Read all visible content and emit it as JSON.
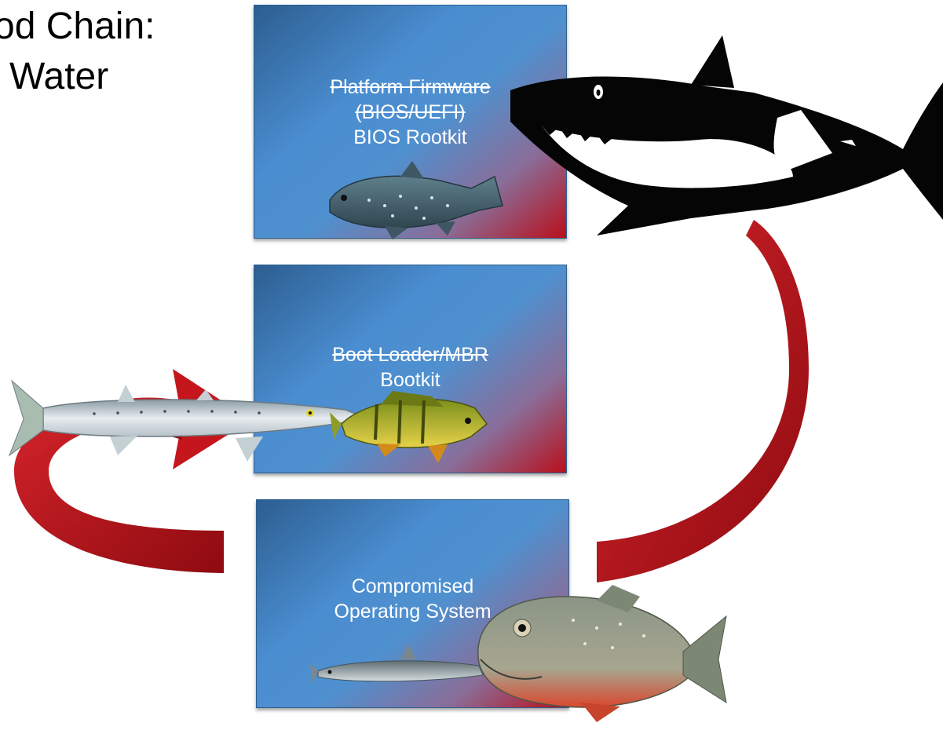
{
  "title": {
    "line1": "od Chain:",
    "line2": "Water"
  },
  "layers": {
    "firmware": {
      "line1": "Platform Firmware",
      "line2": "(BIOS/UEFI)",
      "line3": "BIOS Rootkit"
    },
    "bootloader": {
      "line1": "Boot Loader/MBR",
      "line2": "Bootkit"
    },
    "os": {
      "line1": "Compromised",
      "line2": "Operating System"
    }
  },
  "icons": [
    "shark-icon",
    "coelacanth-icon",
    "barracuda-icon",
    "perch-icon",
    "piranha-icon",
    "small-fish-icon",
    "red-arrow-icon"
  ],
  "colors": {
    "box_blue": "#4a8dd0",
    "box_red": "#b8101c",
    "arrow_red": "#b31219"
  }
}
